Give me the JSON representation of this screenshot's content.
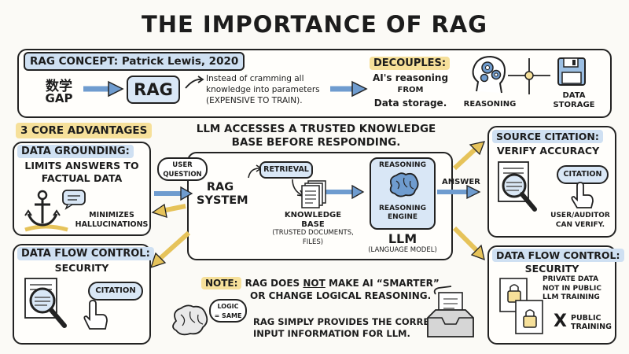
{
  "title": "THE IMPORTANCE OF RAG",
  "concept": {
    "header": "RAG CONCEPT: Patrick Lewis, 2020",
    "gap_cjk": "数学",
    "gap_label": "GAP",
    "rag_label": "RAG",
    "description_line1": "Instead of cramming all",
    "description_line2": "knowledge into parameters",
    "description_line3": "(EXPENSIVE TO TRAIN).",
    "decouples_label": "DECOUPLES:",
    "decouples_line1": "AI's reasoning",
    "decouples_line2": "FROM",
    "decouples_line3": "Data storage.",
    "reasoning_label": "REASONING",
    "data_label_1": "DATA",
    "data_label_2": "STORAGE"
  },
  "advantages_label": "3 CORE ADVANTAGES",
  "center_heading_1": "LLM ACCESSES A TRUSTED KNOWLEDGE",
  "center_heading_2": "BASE BEFORE RESPONDING.",
  "grounding": {
    "title_1": "DATA GROUNDING:",
    "title_2": "LIMITS ANSWERS TO",
    "title_3": "FACTUAL DATA",
    "note_1": "MINIMIZES",
    "note_2": "HALLUCINATIONS"
  },
  "flow": {
    "user_question_1": "USER",
    "user_question_2": "QUESTION",
    "rag_system_1": "RAG",
    "rag_system_2": "SYSTEM",
    "retrieval": "RETRIEVAL",
    "kb_1": "KNOWLEDGE",
    "kb_2": "BASE",
    "kb_3": "(TRUSTED DOCUMENTS,",
    "kb_4": "FILES)",
    "reasoning_top": "REASONING",
    "reasoning_engine_1": "REASONING",
    "reasoning_engine_2": "ENGINE",
    "llm": "LLM",
    "llm_sub": "(LANGUAGE MODEL)",
    "answer": "ANSWER"
  },
  "citation": {
    "title_1": "SOURCE CITATION:",
    "title_2": "VERIFY ACCURACY",
    "bubble": "CITATION",
    "note_1": "USER/AUDITOR",
    "note_2": "CAN VERIFY."
  },
  "security_left": {
    "title_1": "DATA FLOW CONTROL:",
    "title_2": "SECURITY",
    "bubble": "CITATION"
  },
  "security_right": {
    "title_1": "DATA FLOW CONTROL:",
    "title_2": "SECURITY",
    "private_1": "PRIVATE DATA",
    "private_2": "NOT IN PUBLIC",
    "private_3": "LLM TRAINING",
    "x_mark": "X",
    "public_1": "PUBLIC",
    "public_2": "TRAINING"
  },
  "note": {
    "label": "NOTE:",
    "line1_a": "RAG DOES",
    "line1_not": "NOT",
    "line1_b": "MAKE AI “SMARTER”",
    "line2": "OR CHANGE LOGICAL REASONING.",
    "logic_1": "LOGIC",
    "logic_2": "= SAME",
    "line3": "RAG SIMPLY PROVIDES THE CORRECT",
    "line4": "INPUT INFORMATION FOR LLM."
  },
  "colors": {
    "accent_blue": "#cfe0f2",
    "accent_yellow": "#f6e09a",
    "arrow_blue": "#6f9ccf",
    "arrow_yellow": "#e6c35a"
  }
}
